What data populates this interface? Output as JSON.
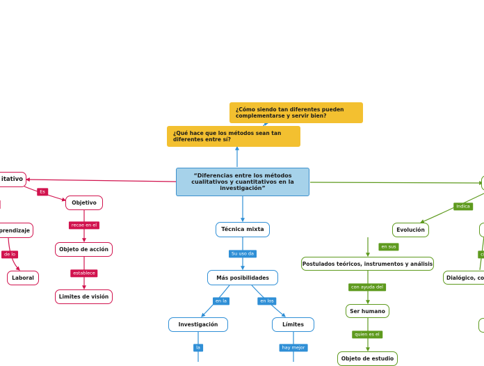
{
  "colors": {
    "red": "#d1134e",
    "blue": "#2f8fd6",
    "green": "#5e9a1e",
    "yellow": "#f3c030",
    "main_fill": "#a6d2ea"
  },
  "map": {
    "central": "“Diferencias entre los métodos cualitativos y cuantitativos en la investigación”",
    "questions": {
      "q1": "¿Cómo siendo tan diferentes pueden complementarse y servir bien?",
      "q2": "¿Qué hace que los métodos sean tan diferentes entre sí?"
    },
    "left": {
      "root": "itativo",
      "es": "Es",
      "objetivo": "Objetivo",
      "recae_en_el": "recae en el",
      "objeto_accion": "Objeto de acción",
      "establece": "establece",
      "limites_vision": "Limites de visión",
      "aprendizaje": "prendizaje",
      "de_lo": "de lo",
      "laboral": "Laboral"
    },
    "center": {
      "tecnica_mixta": "Técnica mixta",
      "su_uso_da": "Su uso da",
      "mas_posibilidades": "Más posibilidades",
      "en_la": "en la",
      "en_los": "en los",
      "investigacion": "Investigación",
      "limites": "Límites",
      "la": "la",
      "hay_mejor": "hay mejor"
    },
    "right": {
      "indica": "Indica",
      "evolucion": "Evolución",
      "en_sus": "en sus",
      "postulados": "Postulados teóricos, instrumentos y análisis",
      "con_ayuda_del": "con ayuda del",
      "ser_humano": "Ser humano",
      "quien_es_el": "quien es el",
      "objeto_estudio": "Objeto de estudio",
      "dialogico": "Dialógico, co",
      "partial_label": "ci"
    }
  }
}
